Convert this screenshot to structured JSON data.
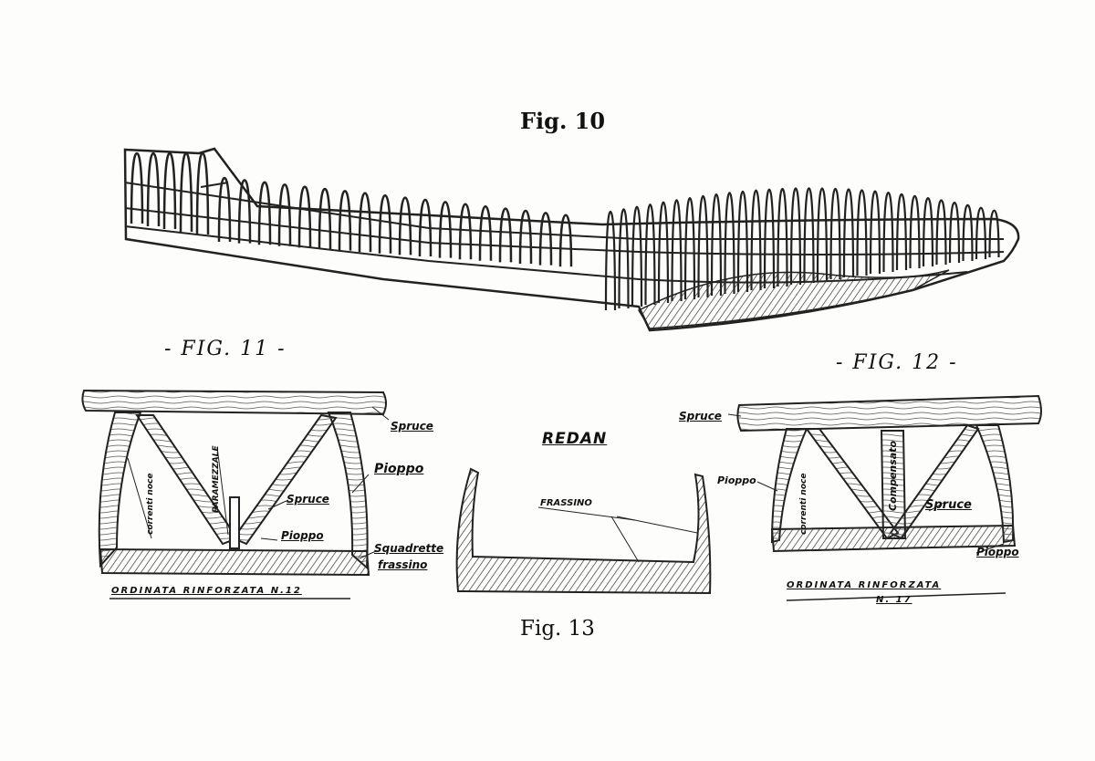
{
  "figures": {
    "fig10": {
      "caption": "Fig. 10"
    },
    "fig11": {
      "caption": "- FIG. 11 -",
      "labels": {
        "spruce_top": "Spruce",
        "pioppo_side": "Pioppo",
        "spruce_diag": "Spruce",
        "pioppo_bottom": "Pioppo",
        "squadrette": "Squadrette",
        "frassino": "frassino",
        "correnti_noce": "correnti noce",
        "paramezzale": "PARAMEZZALE"
      },
      "caption_bottom": "ORDINATA RINFORZATA N.12"
    },
    "fig12": {
      "caption": "- FIG. 12 -",
      "labels": {
        "spruce_top": "Spruce",
        "pioppo_side": "Pioppo",
        "spruce_diag": "Spruce",
        "pioppo_bottom": "Pioppo",
        "correnti_noce": "correnti noce",
        "compensato": "Compensato"
      },
      "caption_bottom": "ORDINATA RINFORZATA",
      "caption_num": "N. 17"
    },
    "fig13": {
      "caption": "Fig. 13",
      "title": "REDAN",
      "labels": {
        "frassino": "FRASSINO"
      }
    }
  }
}
